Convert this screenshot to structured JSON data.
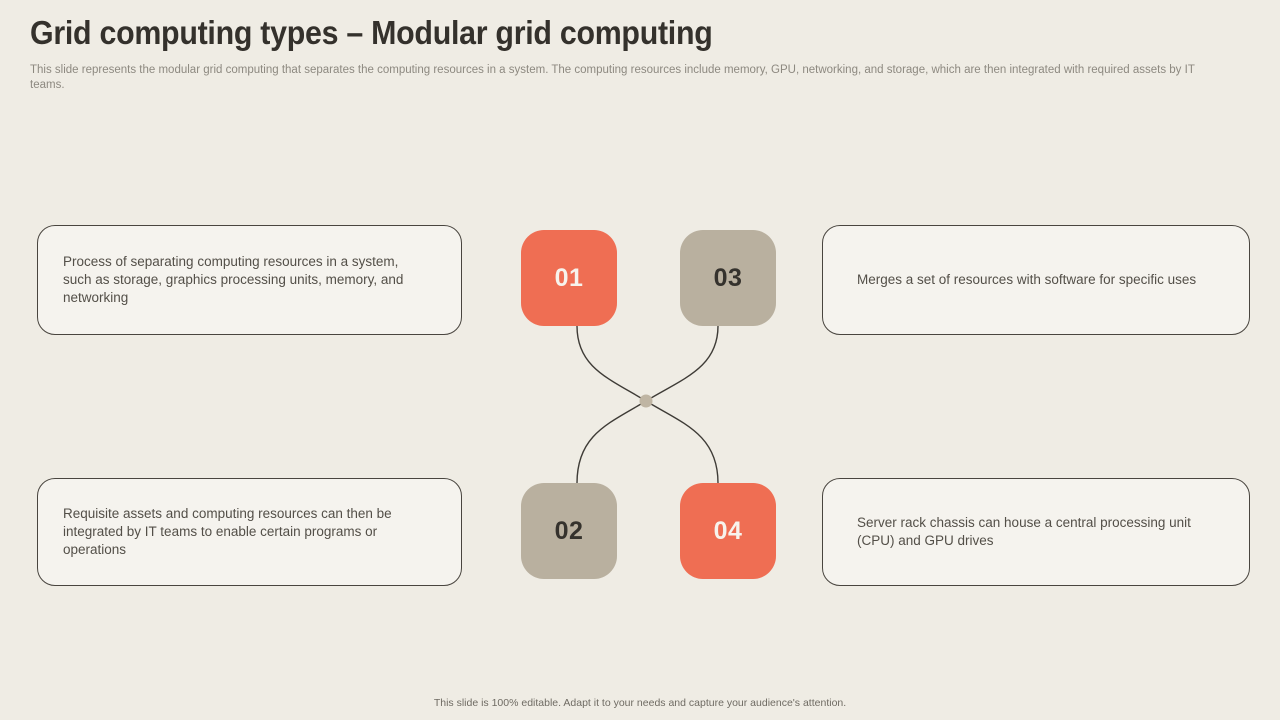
{
  "slide": {
    "title": "Grid computing types – Modular grid computing",
    "subtitle": "This slide represents the modular grid computing that separates the computing resources in a system. The computing resources include memory, GPU,  networking, and storage, which are then integrated with required assets by IT teams.",
    "footer": "This slide is 100% editable. Adapt it to your needs and capture your audience's attention."
  },
  "diagram": {
    "nodes": [
      {
        "id": "01",
        "label": "01",
        "color": "#ef6e53",
        "label_color": "#f7f3ec",
        "position": "top-left",
        "description": "Process of separating computing resources in a system, such as storage, graphics processing units, memory, and networking"
      },
      {
        "id": "02",
        "label": "02",
        "color": "#b9b09f",
        "label_color": "#35322d",
        "position": "bottom-left",
        "description": "Requisite assets and computing resources can then be integrated by IT teams to enable certain programs or operations"
      },
      {
        "id": "03",
        "label": "03",
        "color": "#b9b09f",
        "label_color": "#35322d",
        "position": "top-right",
        "description": "Merges a set of resources with software for specific uses"
      },
      {
        "id": "04",
        "label": "04",
        "color": "#ef6e53",
        "label_color": "#f7f3ec",
        "position": "bottom-right",
        "description": "Server rack chassis can house a central processing unit (CPU) and GPU drives"
      }
    ],
    "connections": [
      {
        "from": "01",
        "to": "04"
      },
      {
        "from": "03",
        "to": "02"
      }
    ],
    "colors": {
      "background": "#efece4",
      "accent_orange": "#ef6e53",
      "neutral_taupe": "#b9b09f",
      "box_fill": "#f5f3ee",
      "box_border": "#49453f",
      "connector_stroke": "#3e3b36",
      "hub_dot": "#bfb5a3",
      "title_text": "#34312c",
      "body_text": "#534f48",
      "subtitle_text": "#8d8980"
    }
  }
}
